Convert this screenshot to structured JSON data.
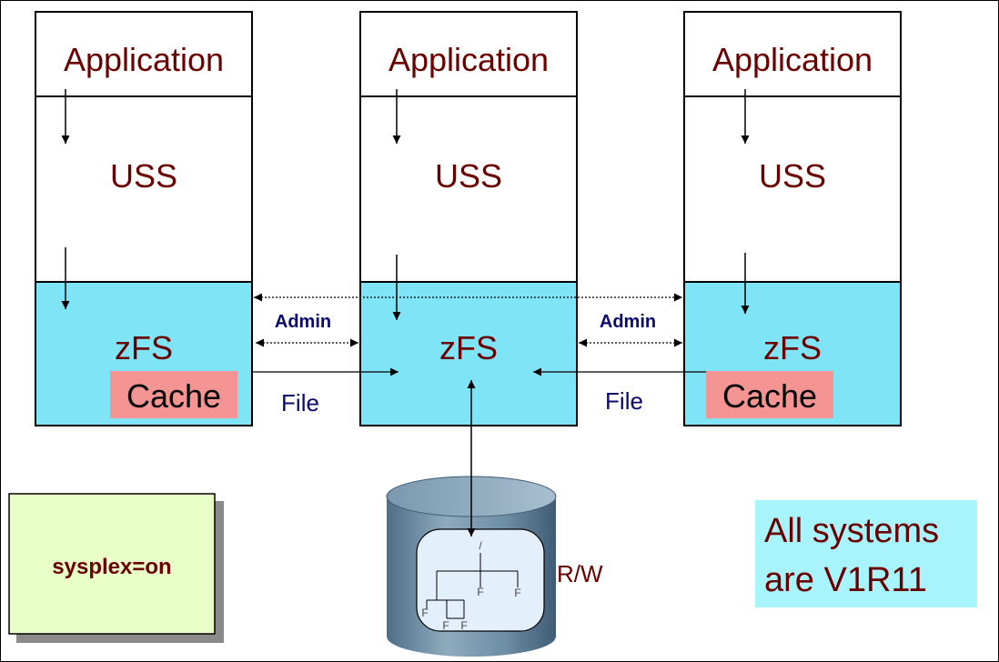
{
  "systems": [
    {
      "application": "Application",
      "uss": "USS",
      "zfs": "zFS",
      "cache": "Cache"
    },
    {
      "application": "Application",
      "uss": "USS",
      "zfs": "zFS"
    },
    {
      "application": "Application",
      "uss": "USS",
      "zfs": "zFS",
      "cache": "Cache"
    }
  ],
  "links": {
    "admin_left": "Admin",
    "admin_right": "Admin",
    "file_left": "File",
    "file_right": "File"
  },
  "disk": {
    "access": "R/W",
    "root": "/",
    "file_marker": "F"
  },
  "sysplex_box": "sysplex=on",
  "note": {
    "line1": "All systems",
    "line2": "are V1R11"
  },
  "colors": {
    "text_dark_red": "#6b0000",
    "admin_navy": "#0a0a6e",
    "zfs_fill": "#7fe4f6",
    "cache_fill": "#f49493",
    "sysplex_fill": "#e8ffc8",
    "note_fill": "#a8f4fc",
    "disk_blue": "#6e8ea6"
  },
  "icons": [
    "arrow-icon",
    "disk-cylinder-icon",
    "directory-tree-icon"
  ]
}
